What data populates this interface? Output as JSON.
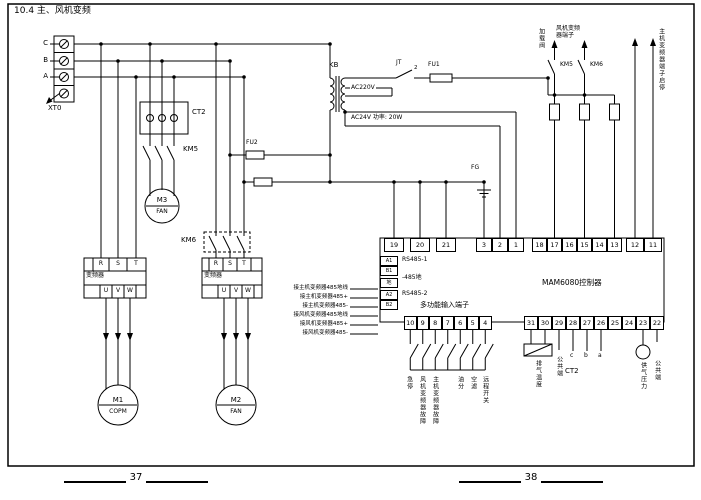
{
  "page": {
    "title": "10.4 主、风机变频",
    "page_left": "37",
    "page_right": "38"
  },
  "power": {
    "block": "XT0",
    "phases": [
      "C",
      "B",
      "A"
    ]
  },
  "transformer": {
    "name": "KB",
    "out1": "AC220V",
    "out2": "AC24V 功率: 20W"
  },
  "protection": {
    "jt": "JT",
    "jt_wire": "2",
    "fu1": "FU1",
    "fu2": "FU2",
    "fg": "FG"
  },
  "drive": {
    "inverter": "变频器",
    "in": [
      "R",
      "S",
      "T"
    ],
    "out": [
      "U",
      "V",
      "W"
    ],
    "km5": "KM5",
    "km6": "KM6",
    "ct2": "CT2",
    "m1": "M1",
    "m1_type": "COPM",
    "m2": "M2",
    "m2_type": "FAN",
    "m3": "M3",
    "m3_type": "FAN"
  },
  "controller": {
    "name": "MAM6080控制器",
    "top_a": [
      "19",
      "20",
      "21"
    ],
    "top_b": [
      "3",
      "2",
      "1"
    ],
    "top_c": [
      "18",
      "17",
      "16",
      "15",
      "14",
      "13"
    ],
    "top_d": [
      "12",
      "11"
    ],
    "rs485_cells": [
      "A1",
      "B1",
      "地",
      "A2",
      "B2"
    ],
    "rs485_labels": [
      "RS485-1",
      "-485地",
      "RS485-2"
    ],
    "multi_input": "多功能输入端子",
    "inputs": [
      "10",
      "9",
      "8",
      "7",
      "6",
      "5",
      "4"
    ],
    "bottom": [
      "31",
      "30",
      "29",
      "28",
      "27",
      "26",
      "25",
      "24",
      "23",
      "22"
    ]
  },
  "wires_485": [
    "接主机变频器485地线",
    "接主机变频器485+",
    "接主机变频器485-",
    "接风机变频器485地线",
    "接风机变频器485+",
    "接风机变频器485-"
  ],
  "inputs_labels": [
    "急停",
    "风机变频器故障",
    "主机变频器故障",
    "油分",
    "空滤",
    "远程开关"
  ],
  "sensors": {
    "temp": "排气温度",
    "common1": "公共端",
    "c": "c",
    "b": "b",
    "a": "a",
    "ct2": "CT2",
    "pressure": "供气压力",
    "common2": "公共端"
  },
  "outputs": {
    "load_valve": "加载阀",
    "fan_terms": "风机变频器端子",
    "km5": "KM5",
    "km6": "KM6",
    "main_terms": "主机变频器端子启停"
  }
}
